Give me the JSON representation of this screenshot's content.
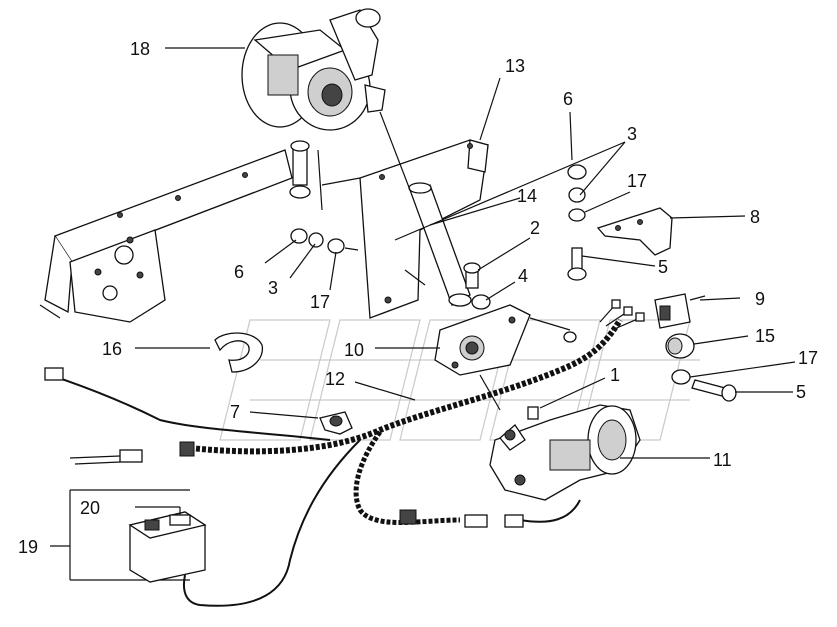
{
  "callouts": [
    {
      "id": "c18",
      "text": "18"
    },
    {
      "id": "c13",
      "text": "13"
    },
    {
      "id": "c6a",
      "text": "6"
    },
    {
      "id": "c3a",
      "text": "3"
    },
    {
      "id": "c17a",
      "text": "17"
    },
    {
      "id": "c14",
      "text": "14"
    },
    {
      "id": "c2",
      "text": "2"
    },
    {
      "id": "c8",
      "text": "8"
    },
    {
      "id": "c6b",
      "text": "6"
    },
    {
      "id": "c3b",
      "text": "3"
    },
    {
      "id": "c17b",
      "text": "17"
    },
    {
      "id": "c5a",
      "text": "5"
    },
    {
      "id": "c4",
      "text": "4"
    },
    {
      "id": "c9",
      "text": "9"
    },
    {
      "id": "c15",
      "text": "15"
    },
    {
      "id": "c16",
      "text": "16"
    },
    {
      "id": "c10",
      "text": "10"
    },
    {
      "id": "c17c",
      "text": "17"
    },
    {
      "id": "c12",
      "text": "12"
    },
    {
      "id": "c1",
      "text": "1"
    },
    {
      "id": "c5b",
      "text": "5"
    },
    {
      "id": "c7",
      "text": "7"
    },
    {
      "id": "c11",
      "text": "11"
    },
    {
      "id": "c20",
      "text": "20"
    },
    {
      "id": "c19",
      "text": "19"
    }
  ]
}
